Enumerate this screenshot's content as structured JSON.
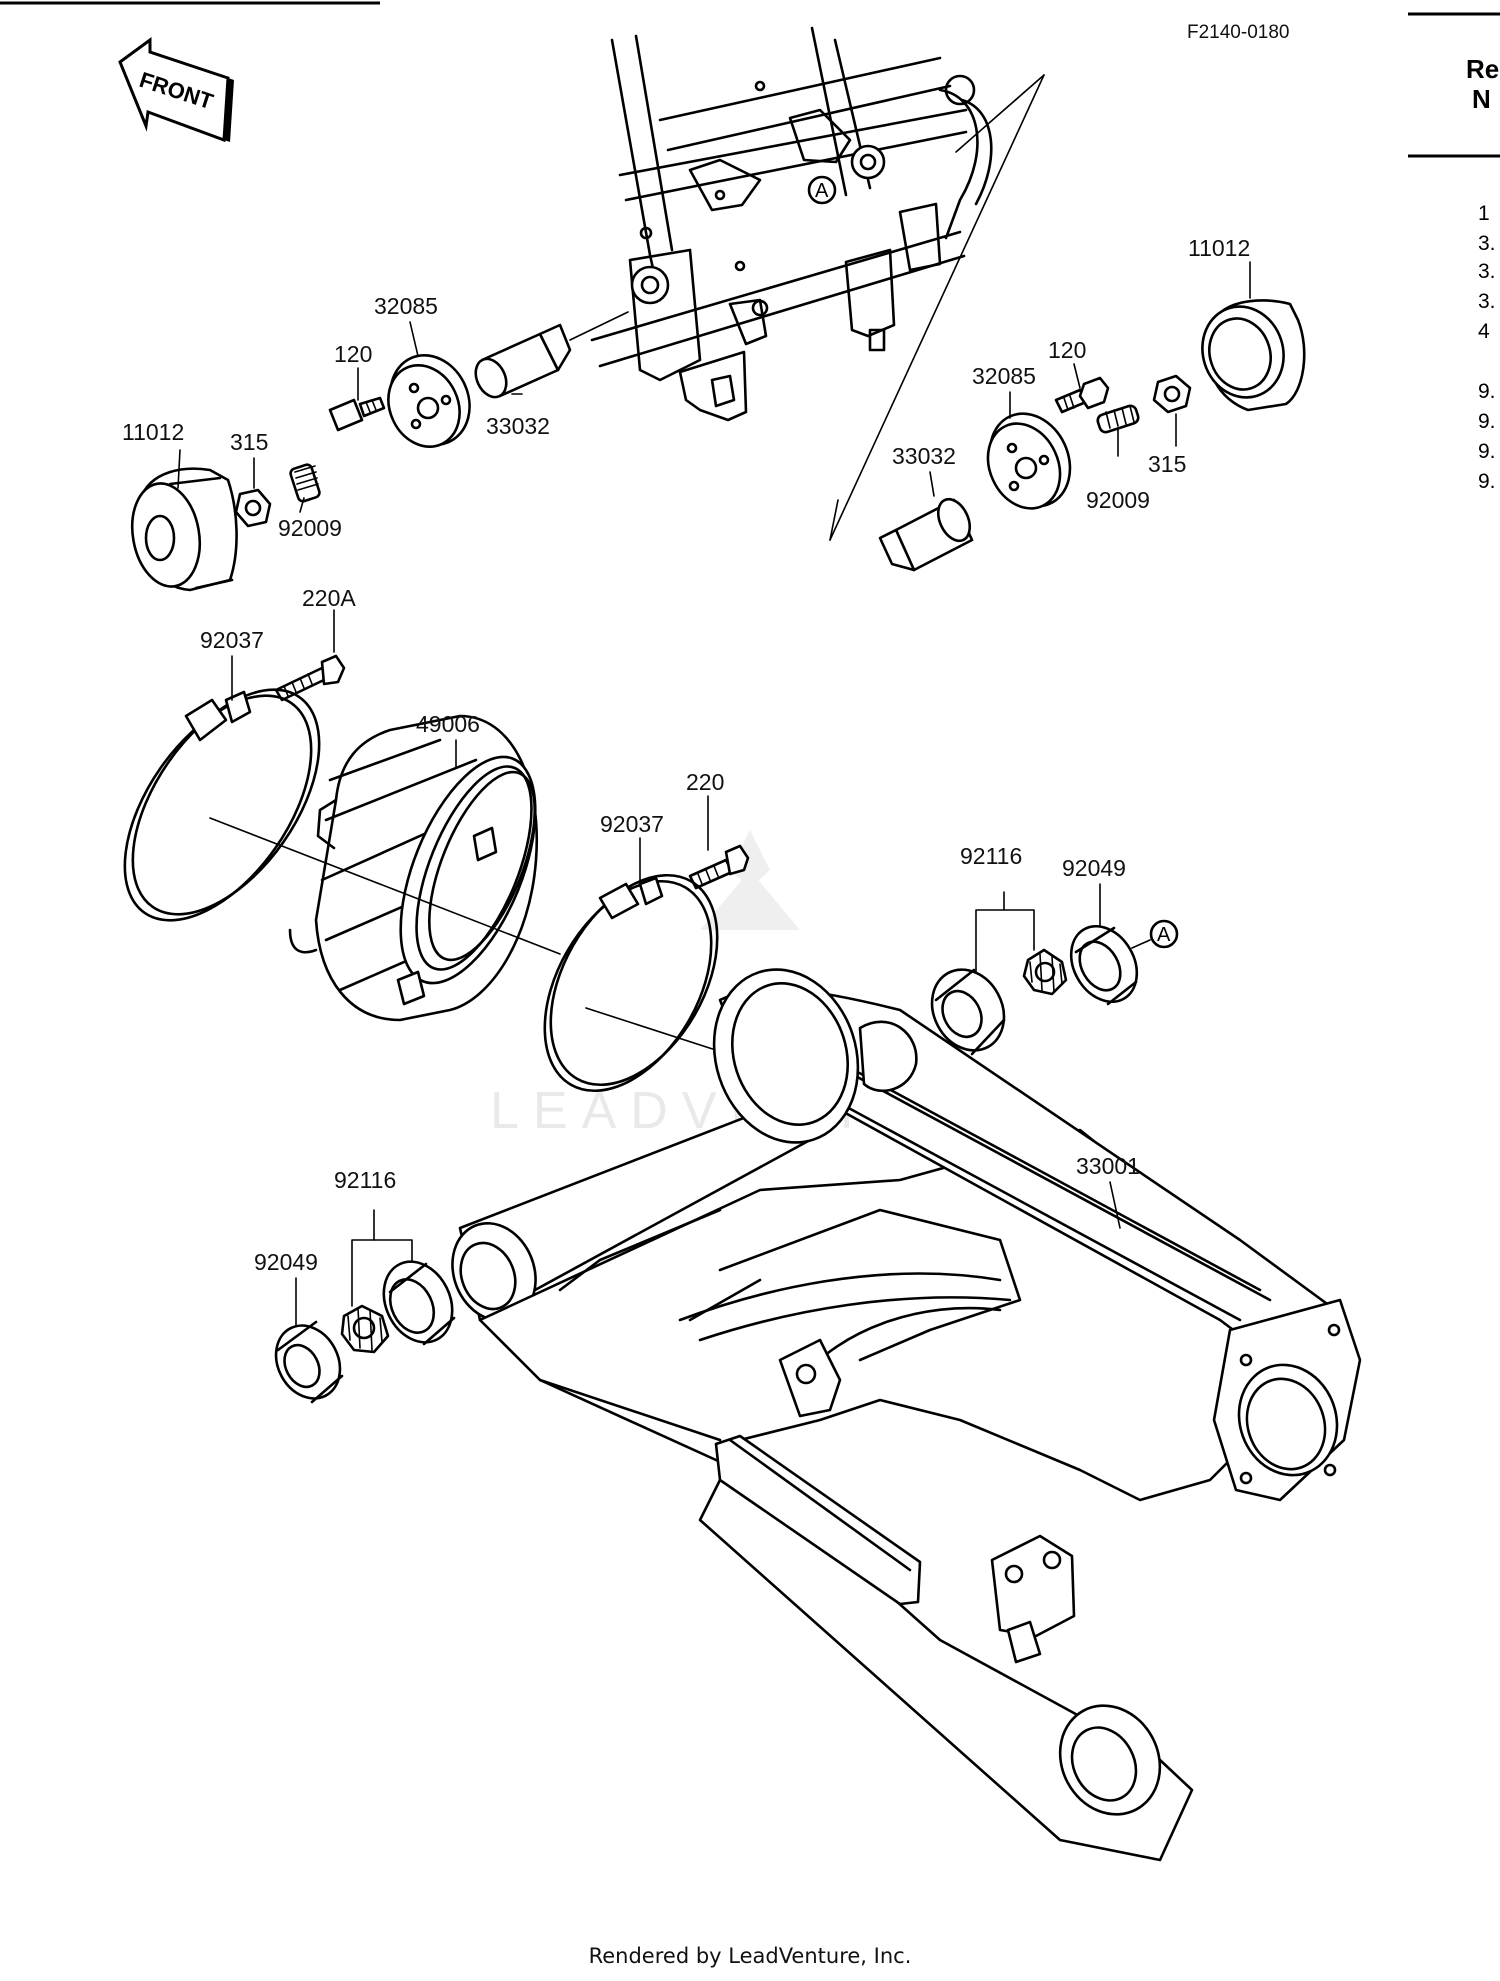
{
  "diagram_code": "F2140-0180",
  "front_arrow_label": "FRONT",
  "ref_marker": "A",
  "header_partial": {
    "line1": "Re",
    "line2": "N"
  },
  "ref_column_partial": [
    "1",
    "3.",
    "3.",
    "3.",
    "4",
    "9.",
    "9.",
    "9.",
    "9."
  ],
  "watermark_text": "LEADVENTURE",
  "footer_text": "Rendered by LeadVenture, Inc.",
  "callouts": [
    {
      "id": "11012-left",
      "label": "11012"
    },
    {
      "id": "315-left",
      "label": "315"
    },
    {
      "id": "92009-left",
      "label": "92009"
    },
    {
      "id": "120-left",
      "label": "120"
    },
    {
      "id": "32085-left",
      "label": "32085"
    },
    {
      "id": "33032-left",
      "label": "33032"
    },
    {
      "id": "11012-right",
      "label": "11012"
    },
    {
      "id": "120-right",
      "label": "120"
    },
    {
      "id": "32085-right",
      "label": "32085"
    },
    {
      "id": "33032-right",
      "label": "33032"
    },
    {
      "id": "92009-right",
      "label": "92009"
    },
    {
      "id": "315-right",
      "label": "315"
    },
    {
      "id": "220A",
      "label": "220A"
    },
    {
      "id": "92037-left",
      "label": "92037"
    },
    {
      "id": "49006",
      "label": "49006"
    },
    {
      "id": "220",
      "label": "220"
    },
    {
      "id": "92037-right",
      "label": "92037"
    },
    {
      "id": "92116-upper",
      "label": "92116"
    },
    {
      "id": "92049-upper",
      "label": "92049"
    },
    {
      "id": "33001",
      "label": "33001"
    },
    {
      "id": "92116-lower",
      "label": "92116"
    },
    {
      "id": "92049-lower",
      "label": "92049"
    }
  ]
}
